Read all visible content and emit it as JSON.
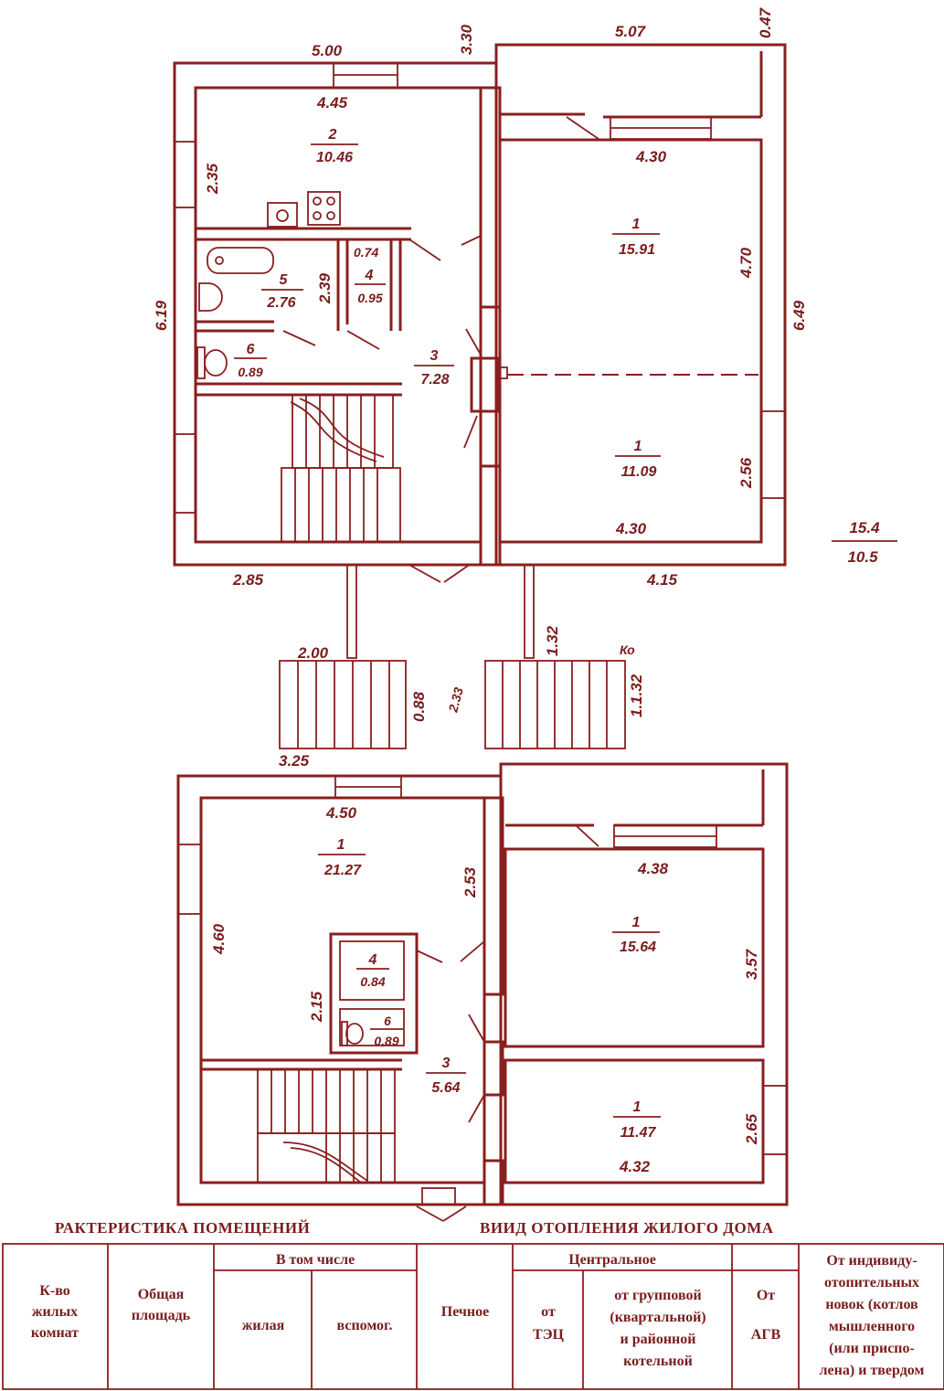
{
  "plan_upper": {
    "dims": {
      "top_left_width": "5.00",
      "top_gap": "3.30",
      "top_right_width": "5.07",
      "top_right_corner": "0.47",
      "left_height": "6.19",
      "right_height": "6.49",
      "room2_width": "4.45",
      "room2_height": "2.35",
      "bath_height": "2.39",
      "closet_width": "0.74",
      "room1a_width": "4.30",
      "room1a_height": "4.70",
      "room1b_height": "2.56",
      "room1b_width": "4.30",
      "bottom_left": "2.85",
      "bottom_right": "4.15"
    },
    "rooms": [
      {
        "num": "2",
        "area": "10.46"
      },
      {
        "num": "5",
        "area": "2.76"
      },
      {
        "num": "4",
        "area": "0.95"
      },
      {
        "num": "6",
        "area": "0.89"
      },
      {
        "num": "3",
        "area": "7.28"
      },
      {
        "num": "1",
        "area": "15.91"
      },
      {
        "num": "1",
        "area": "11.09"
      }
    ],
    "total": {
      "top": "15.4",
      "bottom": "10.5"
    }
  },
  "porches": {
    "left_width": "2.00",
    "left_depth": "0.88",
    "right_small": "1.32",
    "right_depth": "1.1.32",
    "right_side": "2.33",
    "scribble": "Ко"
  },
  "plan_lower": {
    "dims": {
      "top_width": "3.25",
      "room1_width": "4.50",
      "room1_height": "4.60",
      "wall_2_53": "2.53",
      "wc_height": "2.15",
      "room1b_width": "4.38",
      "room1b_height": "3.57",
      "room1c_height": "2.65",
      "room1c_width": "4.32"
    },
    "rooms": [
      {
        "num": "1",
        "area": "21.27"
      },
      {
        "num": "4",
        "area": "0.84"
      },
      {
        "num": "6",
        "area": "0.89"
      },
      {
        "num": "3",
        "area": "5.64"
      },
      {
        "num": "1",
        "area": "15.64"
      },
      {
        "num": "1",
        "area": "11.47"
      }
    ]
  },
  "table": {
    "title_left": "РАКТЕРИСТИКА ПОМЕЩЕНИЙ",
    "title_right": "ВИИД ОТОПЛЕНИЯ ЖИЛОГО ДОМА",
    "col_rooms": [
      "К-во",
      "жилых",
      "комнат"
    ],
    "col_total": [
      "Общая",
      "площадь"
    ],
    "group_incl": "В том числе",
    "col_living": "жилая",
    "col_aux": "вспомог.",
    "col_stove": "Печное",
    "group_central": "Центральное",
    "col_tec": [
      "от",
      "ТЭЦ"
    ],
    "col_group": [
      "от групповой",
      "(квартальной)",
      "и районной",
      "котельной"
    ],
    "col_agv": [
      "От",
      "АГВ"
    ],
    "col_indiv": [
      "От индивиду-",
      "отопительных",
      "новок (котлов",
      "мышленного",
      "(или приспо-",
      "лена) и твердом"
    ]
  }
}
